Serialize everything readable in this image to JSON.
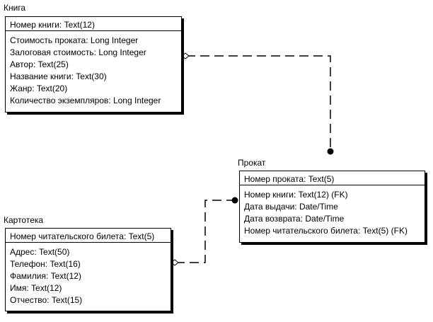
{
  "entities": {
    "kniga": {
      "title": "Книга",
      "pk": "Номер книги: Text(12)",
      "attributes": [
        "Стоимость проката: Long Integer",
        "Залоговая стоимость: Long Integer",
        "Автор: Text(25)",
        "Название книги: Text(30)",
        "Жанр: Text(20)",
        "Количество экземпляров: Long Integer"
      ]
    },
    "prokat": {
      "title": "Прокат",
      "pk": "Номер проката: Text(5)",
      "attributes": [
        "Номер книги: Text(12) (FK)",
        "Дата выдачи: Date/Time",
        "Дата возврата: Date/Time",
        "Номер читательского билета: Text(5) (FK)"
      ]
    },
    "kartoteka": {
      "title": "Картотека",
      "pk": "Номер читательского билета: Text(5)",
      "attributes": [
        "Адрес: Text(50)",
        "Телефон: Text(16)",
        "Фамилия: Text(12)",
        "Имя: Text(12)",
        "Отчество: Text(15)"
      ]
    }
  }
}
